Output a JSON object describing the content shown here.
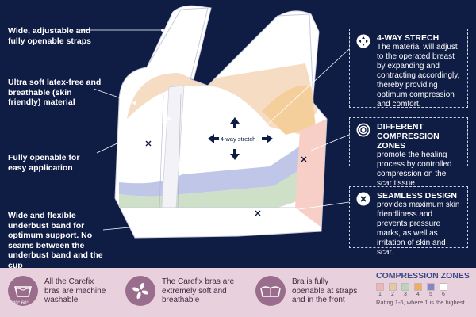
{
  "left_labels": [
    "Wide, adjustable and fully openable straps",
    "Ultra soft latex-free and breathable (skin friendly) material",
    "Fully openable for easy application",
    "Wide and flexible underbust band for optimum support. No seams between the underbust band and the cup"
  ],
  "stretch_label": "4-way stretch",
  "right_boxes": [
    {
      "title": "4-WAY STRECH",
      "desc": "The material will adjust to the operated breast by expanding and contracting accordingly, thereby providing optimum compression and comfort.",
      "icon": "arrows-icon"
    },
    {
      "title": "DIFFERENT COMPRESSION ZONES",
      "desc": "promote the healing process by controlled compression on the scar tissue",
      "icon": "target-icon"
    },
    {
      "title": "SEAMLESS DESIGN",
      "desc": "provides maximum skin friendliness and prevents pressure marks, as well as irritation of skin and scar.",
      "icon": "cross-circle-icon"
    }
  ],
  "features": [
    {
      "text": "All the Carefix bras are machine washable",
      "icon": "wash-icon",
      "temp": "40° 60°"
    },
    {
      "text": "The Carefix bras are extremely soft and breathable",
      "icon": "fan-icon"
    },
    {
      "text": "Bra is fully openable at straps and in the front",
      "icon": "bra-icon"
    }
  ],
  "compression_zones": {
    "title": "COMPRESSION ZONES",
    "swatches": [
      "#f5b2b2",
      "#e9c7a0",
      "#bcd5b8",
      "#f2ad5c",
      "#8a84c2",
      "#ffffff"
    ],
    "numbers": [
      "1",
      "2",
      "3",
      "4",
      "5",
      "6"
    ],
    "note": "Rating 1-6, where 1 is the highest"
  }
}
